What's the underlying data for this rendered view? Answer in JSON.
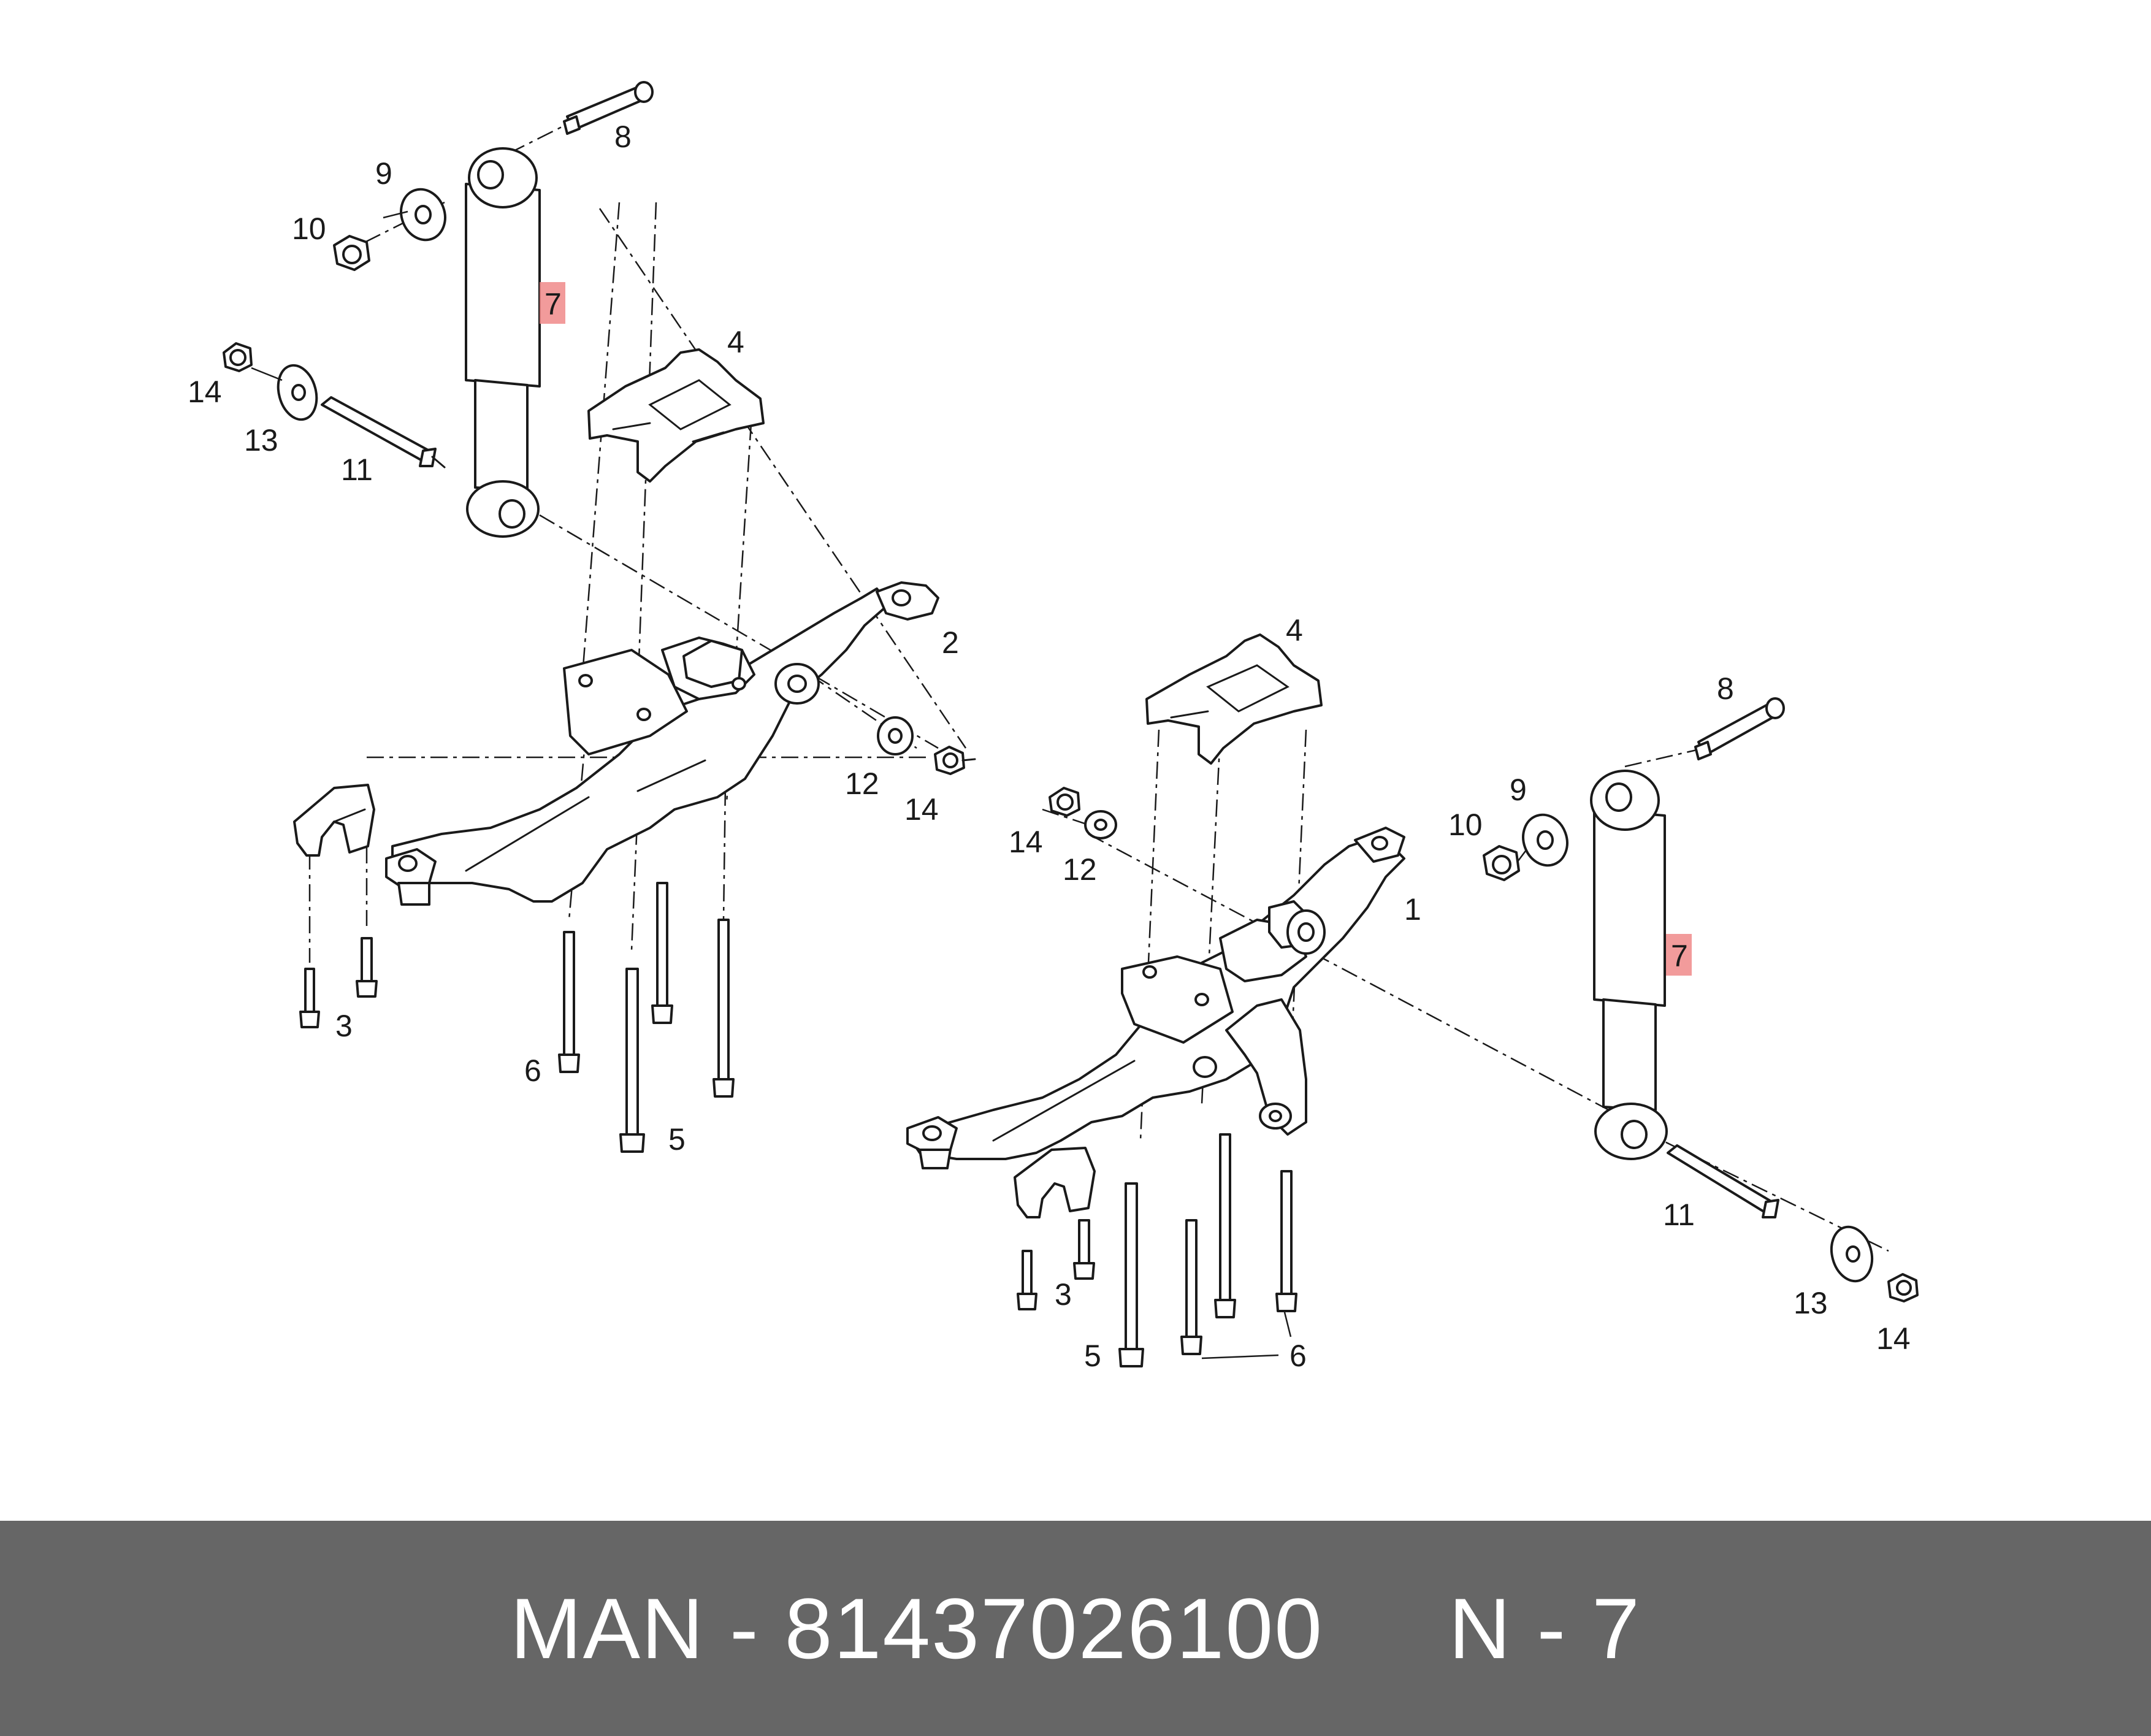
{
  "diagram": {
    "left_assembly": {
      "callouts": [
        "8",
        "9",
        "10",
        "7",
        "4",
        "14",
        "13",
        "11",
        "2",
        "12",
        "14",
        "3",
        "6",
        "5"
      ]
    },
    "right_assembly": {
      "callouts": [
        "4",
        "8",
        "9",
        "10",
        "14",
        "12",
        "1",
        "7",
        "11",
        "13",
        "14",
        "3",
        "5",
        "6"
      ]
    },
    "highlighted_part": "7",
    "highlight_color": "#f08a8a"
  },
  "footer": {
    "text": "MAN - 81437026100     N - 7",
    "background_color": "#666666",
    "text_color": "#ffffff"
  }
}
